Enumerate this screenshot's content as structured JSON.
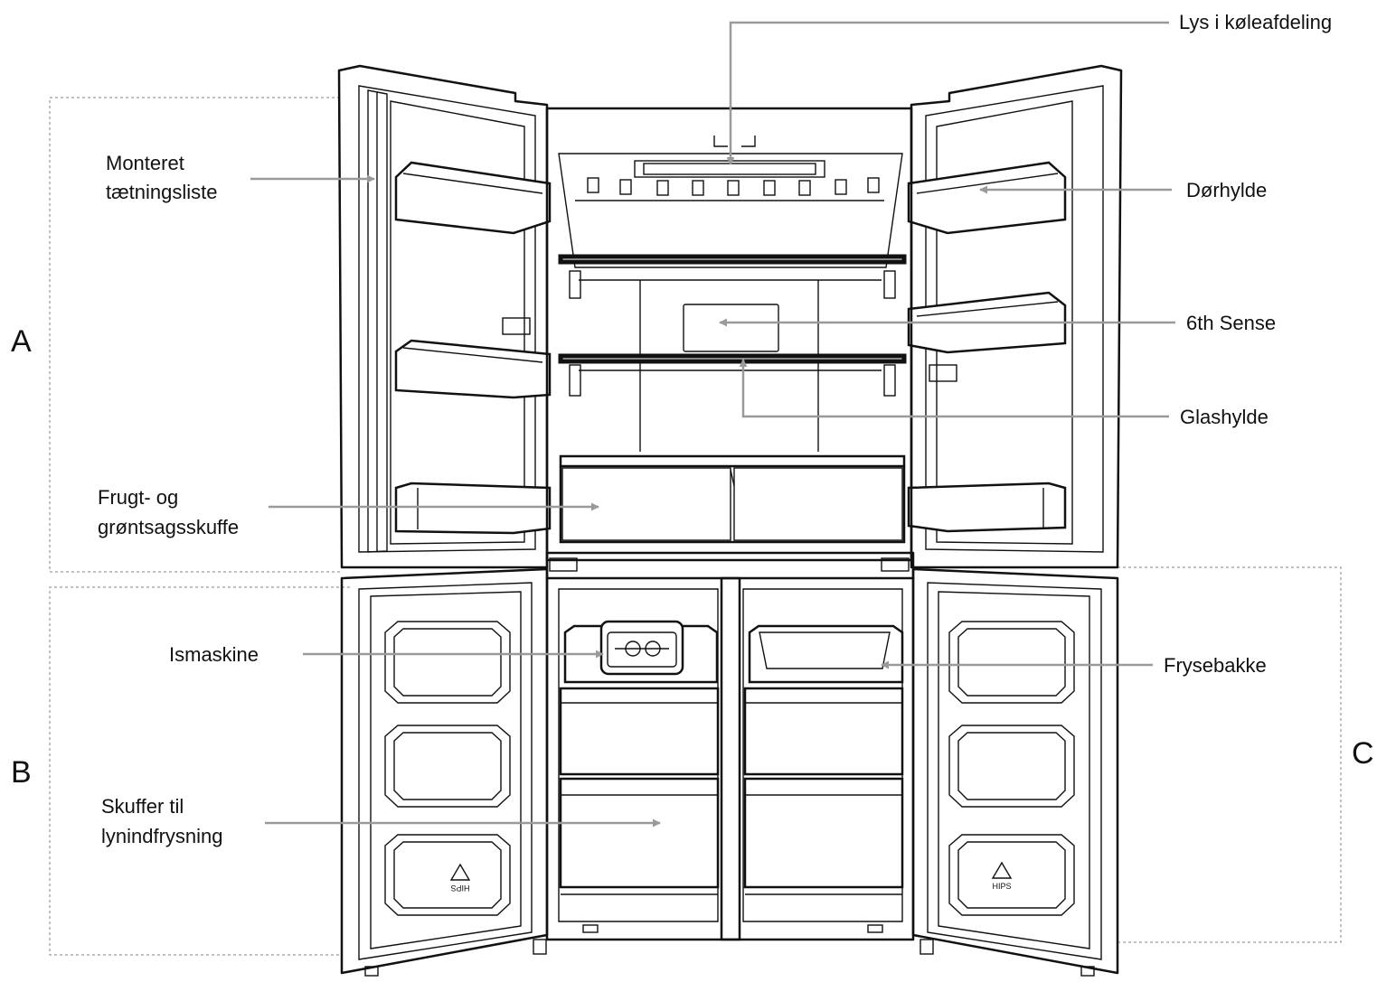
{
  "zones": {
    "a": "A",
    "b": "B",
    "c": "C"
  },
  "labels": {
    "light": "Lys i køleafdeling",
    "gasket_1": "Monteret",
    "gasket_2": "tætningsliste",
    "door_shelf": "Dørhylde",
    "sense": "6th Sense",
    "glass_shelf": "Glashylde",
    "crisper_1": "Frugt- og",
    "crisper_2": "grøntsagsskuffe",
    "ice_maker": "Ismaskine",
    "freezer_tray": "Frysebakke",
    "quick_freeze_1": "Skuffer til",
    "quick_freeze_2": "lynindfrysning"
  },
  "markings": {
    "recycling_code": "HIPS"
  },
  "colors": {
    "line": "#111111",
    "arrow": "#9a9a9a",
    "background": "#ffffff"
  }
}
